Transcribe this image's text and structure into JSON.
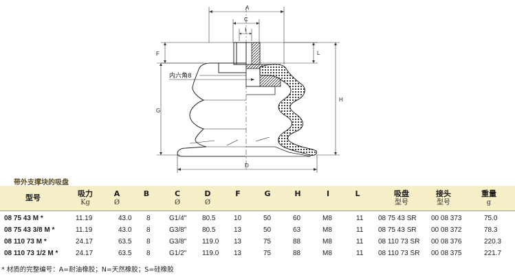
{
  "drawing": {
    "dims": {
      "A": "A",
      "C": "C",
      "I": "I",
      "F": "F",
      "L": "L",
      "G": "G",
      "H": "H",
      "D": "D"
    },
    "hex_label": "内六角8"
  },
  "section_title": "带外支撑块的吸盘",
  "table": {
    "headers": [
      {
        "main": "型号",
        "sub": ""
      },
      {
        "main": "吸力",
        "sub": "Kg"
      },
      {
        "main": "A",
        "sub": "Ø"
      },
      {
        "main": "B",
        "sub": ""
      },
      {
        "main": "C",
        "sub": "Ø"
      },
      {
        "main": "D",
        "sub": "Ø"
      },
      {
        "main": "F",
        "sub": ""
      },
      {
        "main": "G",
        "sub": ""
      },
      {
        "main": "H",
        "sub": ""
      },
      {
        "main": "I",
        "sub": ""
      },
      {
        "main": "L",
        "sub": ""
      },
      {
        "main": "吸盘",
        "sub": "型号"
      },
      {
        "main": "接头",
        "sub": "型号"
      },
      {
        "main": "重量",
        "sub": "g"
      }
    ],
    "rows": [
      [
        "08 75 43 M *",
        "11.19",
        "43.0",
        "8",
        "G1/4\"",
        "80.5",
        "10",
        "50",
        "60",
        "M8",
        "11",
        "08 75 43 SR",
        "00 08 373",
        "75.0"
      ],
      [
        "08 75 43 3/8 M *",
        "11.19",
        "43.0",
        "8",
        "G3/8\"",
        "80.5",
        "13",
        "50",
        "63",
        "M8",
        "11",
        "08 75 43 SR",
        "00 08 372",
        "78.3"
      ],
      [
        "08 110 73 M *",
        "24.17",
        "63.5",
        "8",
        "G3/8\"",
        "119.0",
        "13",
        "75",
        "88",
        "M8",
        "11",
        "08 110 73 SR",
        "00 08 376",
        "220.3"
      ],
      [
        "08 110 73 1/2 M *",
        "24.17",
        "63.5",
        "8",
        "G1/2\"",
        "119.0",
        "13",
        "75",
        "88",
        "M8",
        "11",
        "08 110 73 SR",
        "00 08 375",
        "221.7"
      ]
    ]
  },
  "footnote": "* 材质的完整编号：A=耐油橡胶；N=天然橡胶；S=硅橡胶",
  "colors": {
    "header_bg": "#f6efc8",
    "title": "#5a4a20"
  }
}
